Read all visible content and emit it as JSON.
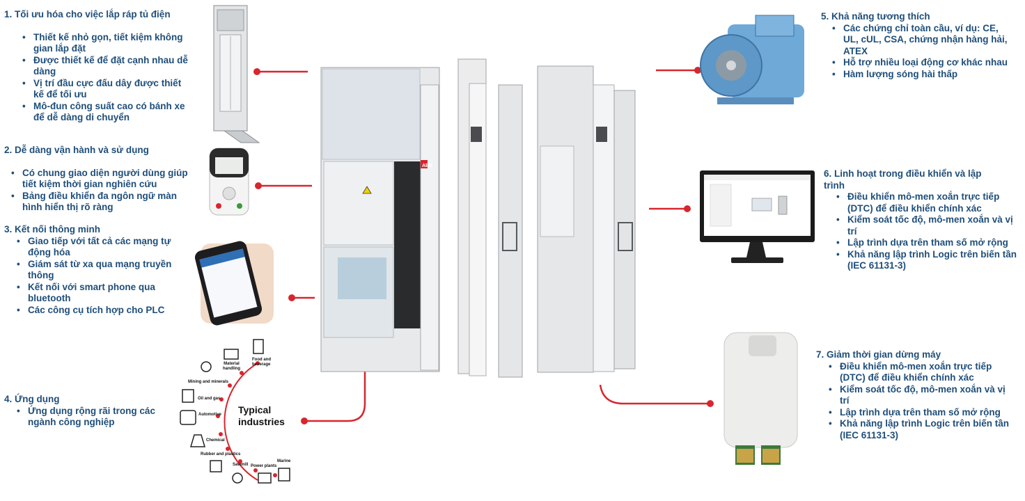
{
  "sections": [
    {
      "title": "1. Tối ưu hóa cho việc lắp ráp tủ điện",
      "items": [
        "Thiết kế nhỏ gọn, tiết kiệm không gian lắp đặt",
        "Được thiết kế để đặt cạnh nhau dễ dàng",
        "Vị trí đầu cực đấu dây được thiết kế để tối ưu",
        "Mô-đun công suất cao có bánh xe để dễ dàng di chuyển"
      ]
    },
    {
      "title": "2.  Dễ dàng vận hành và sử dụng",
      "items": [
        "Có chung giao diện người dùng giúp tiết kiệm thời gian nghiên cứu",
        "Bảng điều khiển đa ngôn ngữ màn hình hiển thị rõ ràng"
      ]
    },
    {
      "title": "3. Kết nối thông minh",
      "items": [
        "Giao tiếp với tất cả các mạng tự động hóa",
        "Giám sát từ xa qua mạng truyền thông",
        "Kết nối với smart phone qua bluetooth",
        "Các công cụ tích hợp cho PLC"
      ]
    },
    {
      "title": "4. Ứng dụng",
      "items": [
        "Ứng dụng rộng rãi trong các ngành công nghiệp"
      ]
    },
    {
      "title": "5. Khả năng tương thích",
      "items": [
        "Các chứng chỉ  toàn cầu, ví dụ: CE, UL, cUL, CSA, chứng nhận hàng hải, ATEX",
        "Hỗ trợ nhiều loại động cơ khác nhau",
        "Hàm lượng sóng hài thấp"
      ]
    },
    {
      "title": "6. Linh hoạt trong điều khiển và lập trình",
      "items": [
        "Điều khiển mô-men xoắn trực tiếp (DTC) để điều khiển chính xác",
        "Kiểm soát tốc độ, mô-men xoắn và vị trí",
        "Lập trình dựa trên tham số mở rộng",
        "Khả năng lập trình Logic trên biến tần (IEC 61131-3)"
      ]
    },
    {
      "title": "7. Giảm thời gian dừng máy",
      "items": [
        "Điều khiển mô-men xoắn trực tiếp (DTC) để điều khiển chính xác",
        "Kiểm soát tốc độ, mô-men xoắn và vị trí",
        "Lập trình dựa trên tham số mở rộng",
        "Khả năng lập trình Logic trên biến tần (IEC 61131-3)"
      ]
    }
  ],
  "industries": {
    "title_line1": "Typical",
    "title_line2": "industries",
    "labels": [
      "Food and",
      "beverage",
      "Material",
      "handling",
      "Mining and minerals",
      "Oil and gas",
      "Automotive",
      "Chemical",
      "Rubber and plastics",
      "Sawmill",
      "Power plants",
      "Marine"
    ]
  },
  "brand": {
    "logo_text": "ABB"
  },
  "colors": {
    "text": "#1f4e79",
    "connector": "#d7262e",
    "motor": "#6fa9d8"
  }
}
